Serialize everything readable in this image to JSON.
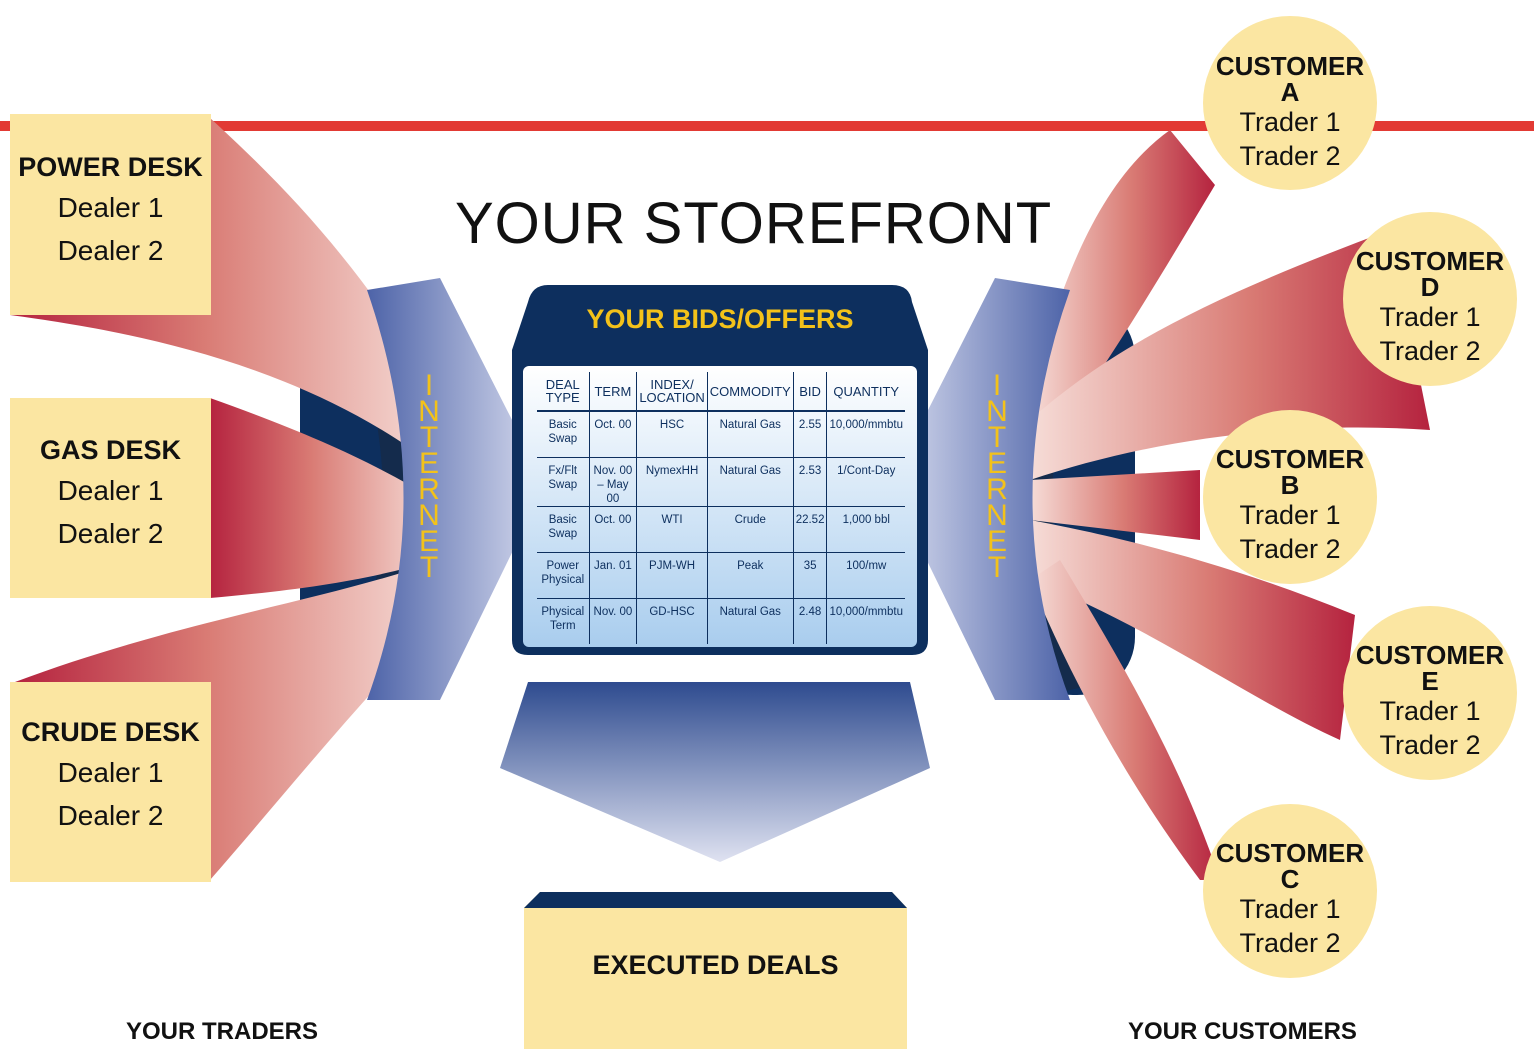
{
  "title": "YOUR STOREFRONT",
  "storefront": {
    "panel_title": "YOUR BIDS/OFFERS",
    "columns": [
      "DEAL TYPE",
      "TERM",
      "INDEX/ LOCATION",
      "COMMODITY",
      "BID",
      "QUANTITY"
    ],
    "rows": [
      [
        "Basic Swap",
        "Oct. 00",
        "HSC",
        "Natural Gas",
        "2.55",
        "10,000/mmbtu"
      ],
      [
        "Fx/Flt Swap",
        "Nov. 00 – May 00",
        "NymexHH",
        "Natural Gas",
        "2.53",
        "1/Cont-Day"
      ],
      [
        "Basic Swap",
        "Oct. 00",
        "WTI",
        "Crude",
        "22.52",
        "1,000 bbl"
      ],
      [
        "Power Physical",
        "Jan. 01",
        "PJM-WH",
        "Peak",
        "35",
        "100/mw"
      ],
      [
        "Physical Term",
        "Nov. 00",
        "GD-HSC",
        "Natural Gas",
        "2.48",
        "10,000/mmbtu"
      ]
    ]
  },
  "internet_label": [
    "I",
    "N",
    "T",
    "E",
    "R",
    "N",
    "E",
    "T"
  ],
  "desks": [
    {
      "name": "POWER DESK",
      "dealers": [
        "Dealer 1",
        "Dealer 2"
      ]
    },
    {
      "name": "GAS DESK",
      "dealers": [
        "Dealer 1",
        "Dealer 2"
      ]
    },
    {
      "name": "CRUDE DESK",
      "dealers": [
        "Dealer 1",
        "Dealer 2"
      ]
    }
  ],
  "customers": [
    {
      "name": "CUSTOMER",
      "letter": "A",
      "traders": [
        "Trader 1",
        "Trader 2"
      ]
    },
    {
      "name": "CUSTOMER",
      "letter": "D",
      "traders": [
        "Trader 1",
        "Trader 2"
      ]
    },
    {
      "name": "CUSTOMER",
      "letter": "B",
      "traders": [
        "Trader 1",
        "Trader 2"
      ]
    },
    {
      "name": "CUSTOMER",
      "letter": "E",
      "traders": [
        "Trader 1",
        "Trader 2"
      ]
    },
    {
      "name": "CUSTOMER",
      "letter": "C",
      "traders": [
        "Trader 1",
        "Trader 2"
      ]
    }
  ],
  "executed_deals": "EXECUTED DEALS",
  "labels": {
    "traders": "YOUR TRADERS",
    "customers": "YOUR CUSTOMERS"
  },
  "colors": {
    "accent_red": "#e23a34",
    "navy": "#0d2f5e",
    "gold": "#f3c21a",
    "box_fill": "#fbe6a2",
    "beam_red": "#b5233f"
  }
}
